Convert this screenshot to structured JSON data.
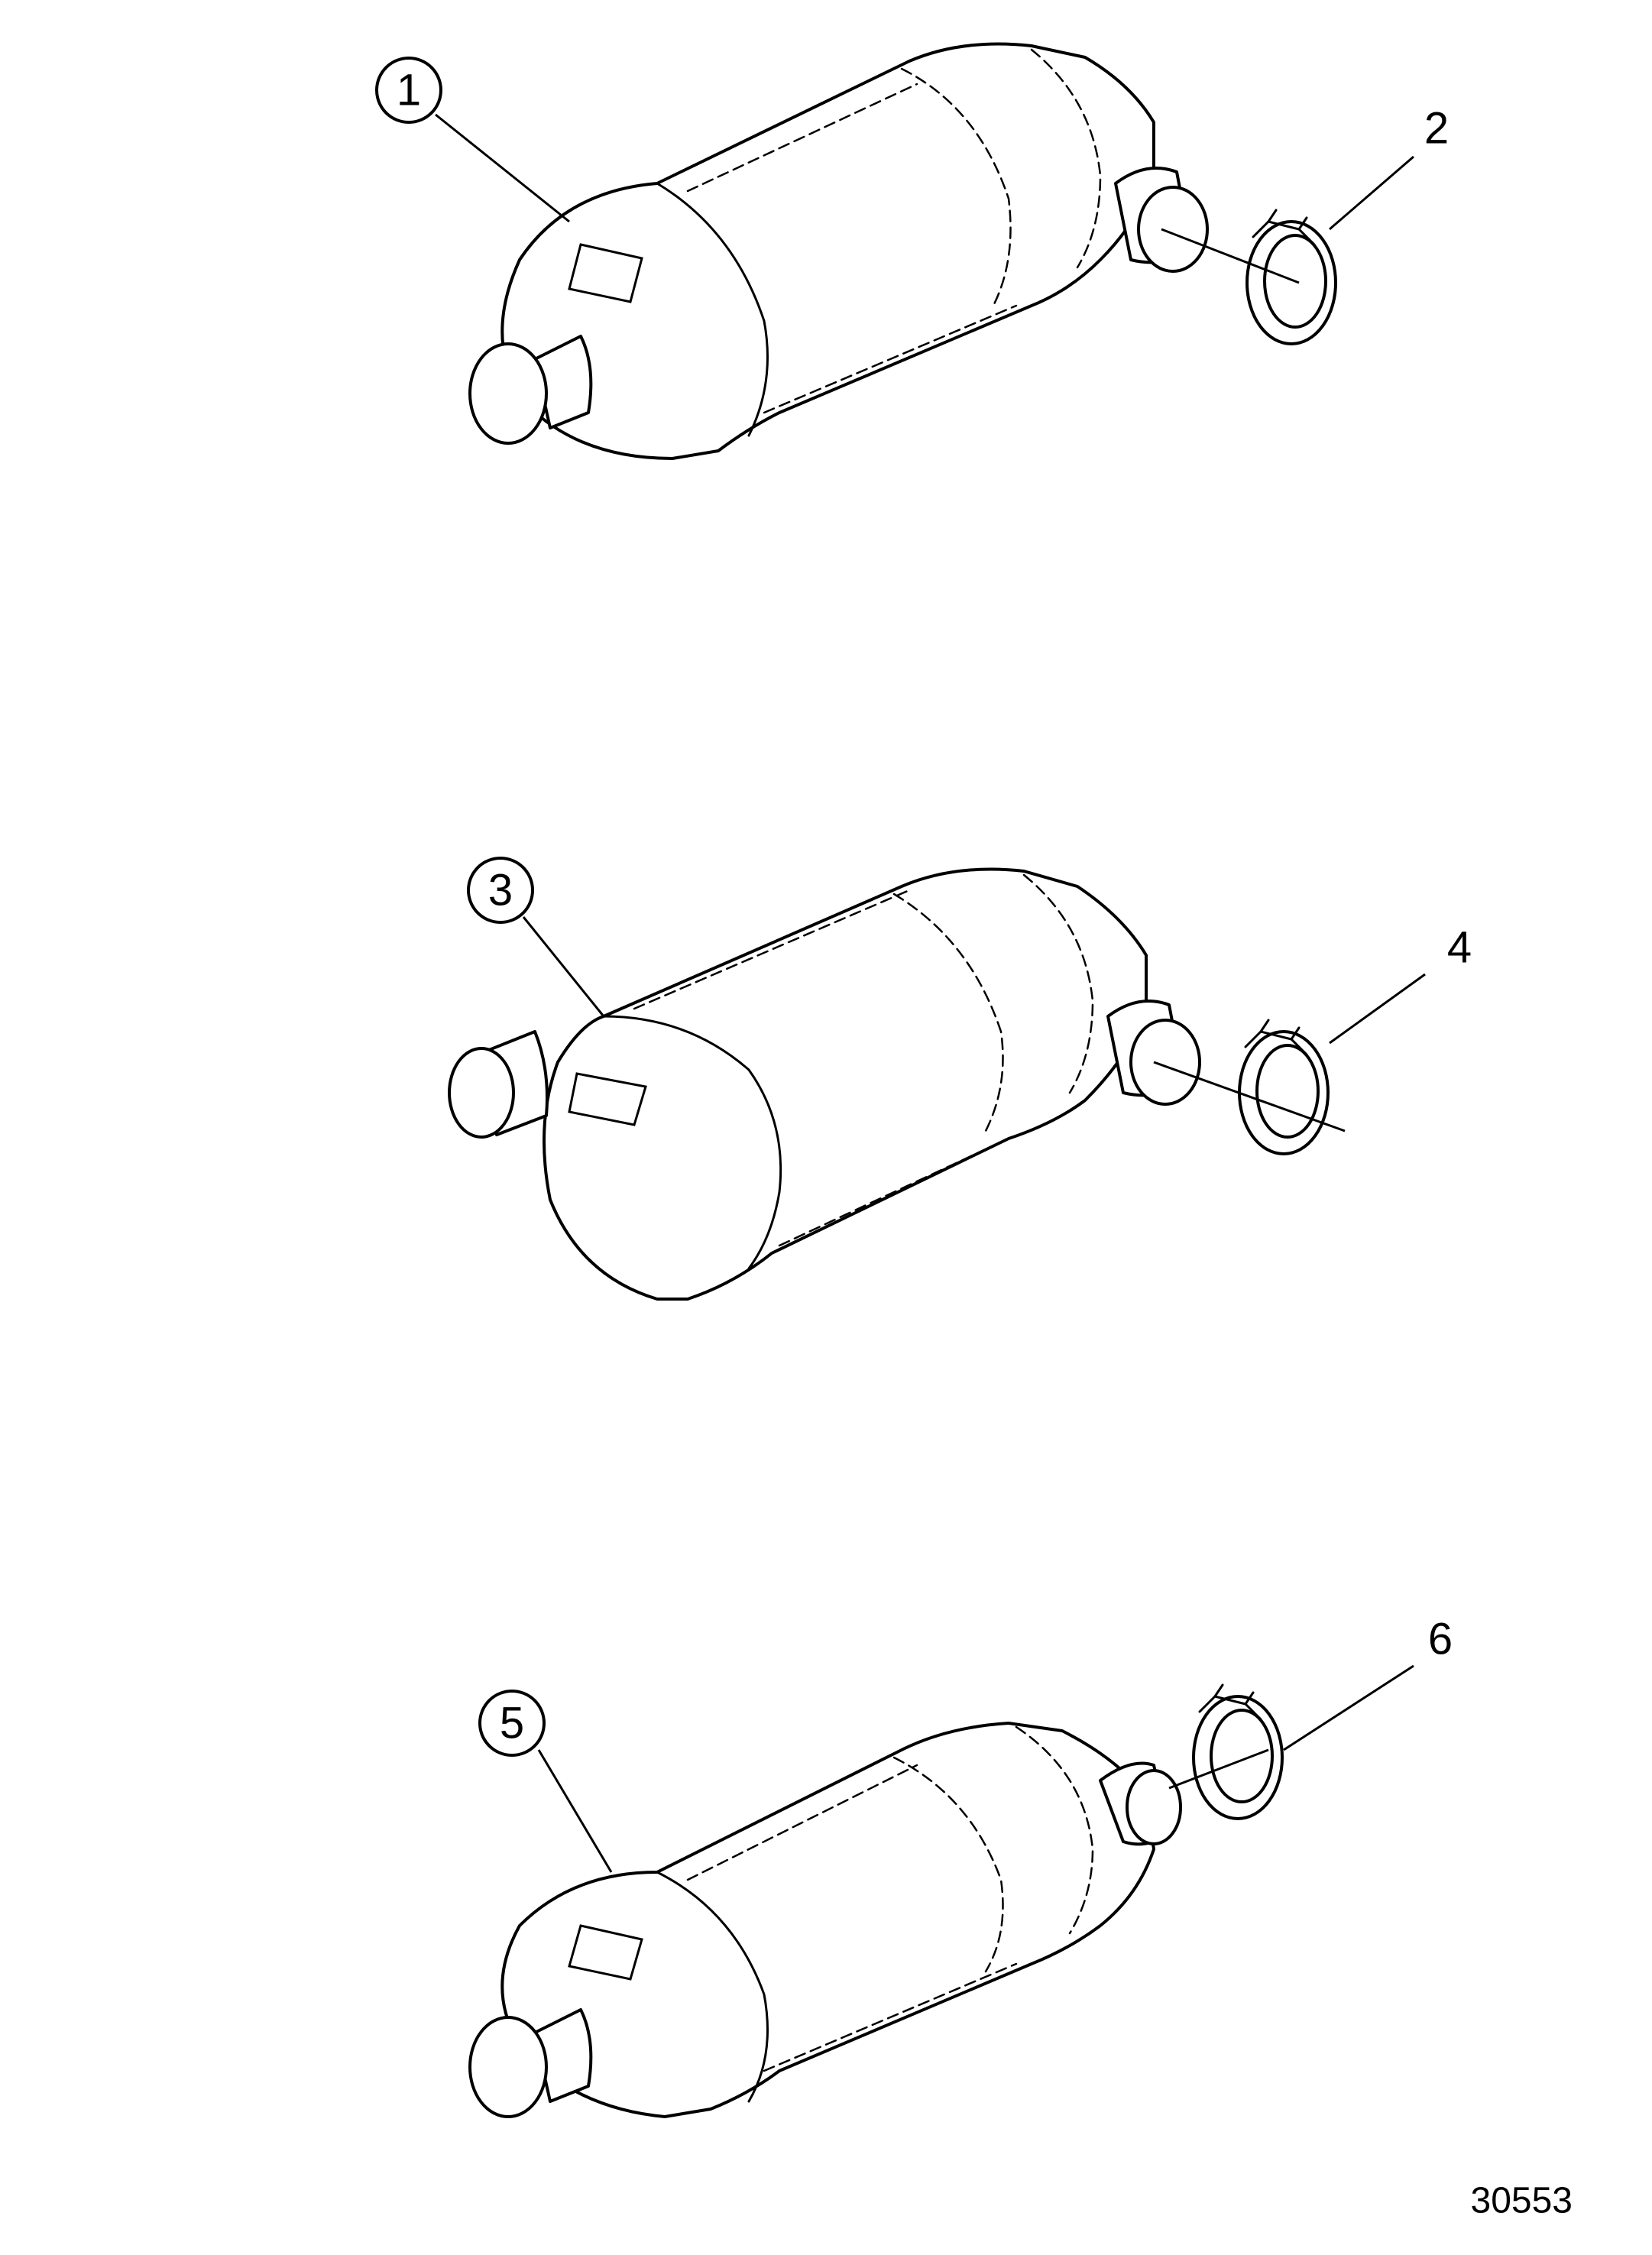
{
  "callouts": {
    "c1": "1",
    "c2": "2",
    "c3": "3",
    "c4": "4",
    "c5": "5",
    "c6": "6"
  },
  "figure_number": "30553",
  "colors": {
    "line": "#000000",
    "background": "#ffffff"
  }
}
